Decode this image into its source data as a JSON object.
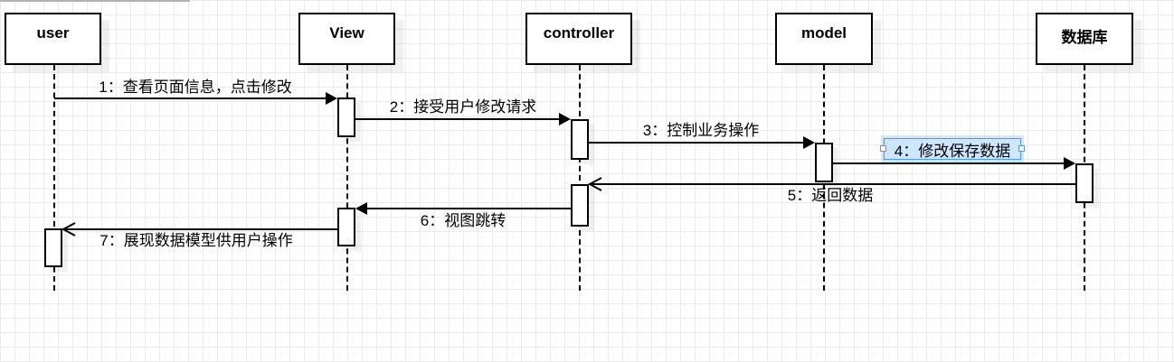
{
  "diagram": {
    "type": "uml-sequence-diagram",
    "actors": [
      {
        "id": "user",
        "label": "user"
      },
      {
        "id": "view",
        "label": "View"
      },
      {
        "id": "controller",
        "label": "controller"
      },
      {
        "id": "model",
        "label": "model"
      },
      {
        "id": "database",
        "label": "数据库"
      }
    ],
    "messages": [
      {
        "seq": 1,
        "label": "1：查看页面信息，点击修改",
        "from": "user",
        "to": "View",
        "arrow": "filled",
        "selected": false
      },
      {
        "seq": 2,
        "label": "2：接受用户修改请求",
        "from": "View",
        "to": "controller",
        "arrow": "filled",
        "selected": false
      },
      {
        "seq": 3,
        "label": "3：控制业务操作",
        "from": "controller",
        "to": "model",
        "arrow": "filled",
        "selected": false
      },
      {
        "seq": 4,
        "label": "4：修改保存数据",
        "from": "model",
        "to": "数据库",
        "arrow": "filled",
        "selected": true
      },
      {
        "seq": 5,
        "label": "5：返回数据",
        "from": "数据库",
        "to": "controller",
        "arrow": "open",
        "selected": false
      },
      {
        "seq": 6,
        "label": "6：视图跳转",
        "from": "controller",
        "to": "View",
        "arrow": "filled",
        "selected": false
      },
      {
        "seq": 7,
        "label": "7：展现数据模型供用户操作",
        "from": "View",
        "to": "user",
        "arrow": "open",
        "selected": false
      }
    ],
    "colors": {
      "stroke": "#000000",
      "canvas_bg": "#ffffff",
      "grid_line": "#ebebeb",
      "selection_fill": "#cce7ff",
      "selection_border": "#4e9ce8"
    }
  }
}
